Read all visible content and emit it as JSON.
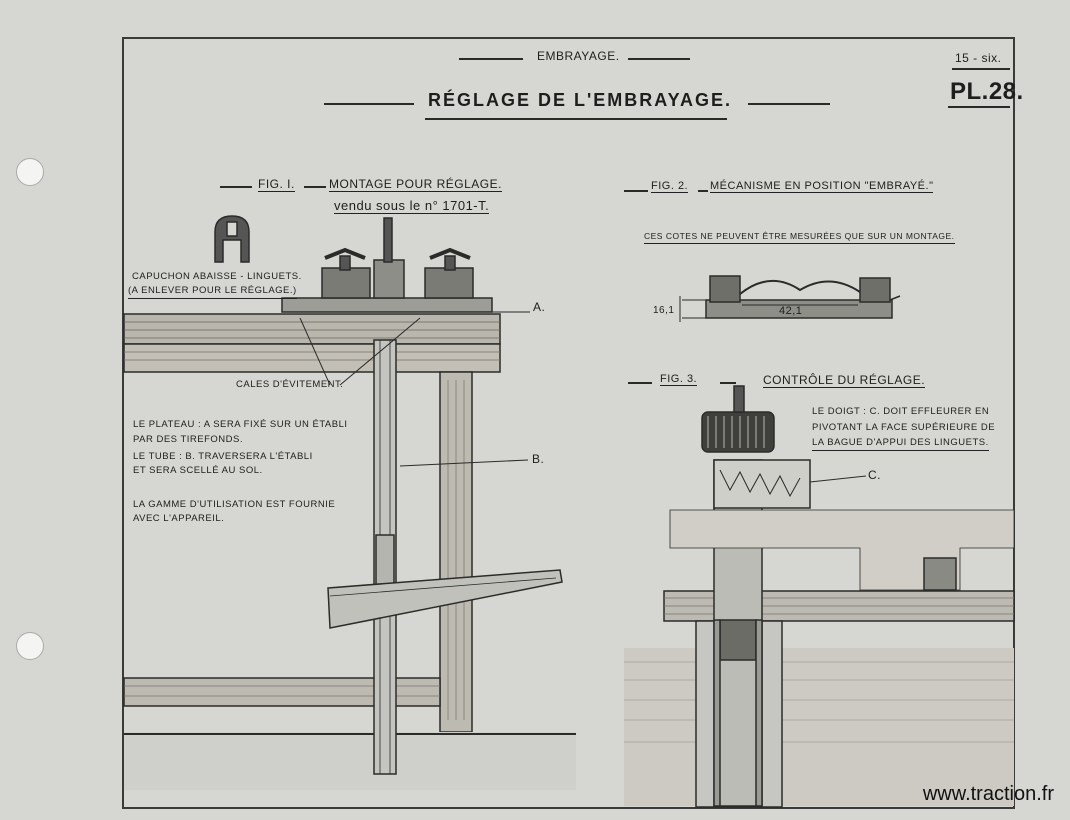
{
  "header": {
    "section": "EMBRAYAGE.",
    "title": "RÉGLAGE DE L'EMBRAYAGE.",
    "ref_code": "15 - six.",
    "plate": "PL.28."
  },
  "fig1": {
    "label": "FIG. I.",
    "title": "MONTAGE POUR RÉGLAGE.",
    "subtitle": "vendu sous le n° 1701-T.",
    "cap_label_1": "CAPUCHON ABAISSE - LINGUETS.",
    "cap_label_2": "(A ENLEVER POUR LE RÉGLAGE.)",
    "shims_label": "CALES D'ÉVITEMENT.",
    "marker_a": "A.",
    "marker_b": "B.",
    "notes": [
      "LE PLATEAU : A SERA FIXÉ SUR UN ÉTABLI",
      "PAR DES TIREFONDS.",
      "LE TUBE : B. TRAVERSERA L'ÉTABLI",
      "ET SERA SCELLÉ AU SOL."
    ],
    "range_note": [
      "LA GAMME D'UTILISATION EST FOURNIE",
      "AVEC L'APPAREIL."
    ]
  },
  "fig2": {
    "label": "FIG. 2.",
    "title": "MÉCANISME EN POSITION \"EMBRAYÉ.\"",
    "note": "CES COTES NE PEUVENT ÊTRE MESURÉES QUE SUR UN MONTAGE.",
    "dim_height": "16,1",
    "dim_length": "42,1"
  },
  "fig3": {
    "label": "FIG. 3.",
    "title": "CONTRÔLE DU RÉGLAGE.",
    "notes": [
      "LE DOIGT : C. DOIT EFFLEURER EN",
      "PIVOTANT LA FACE SUPÉRIEURE DE",
      "LA BAGUE D'APPUI DES LINGUETS."
    ],
    "marker_c": "C."
  },
  "watermark": "www.traction.fr"
}
